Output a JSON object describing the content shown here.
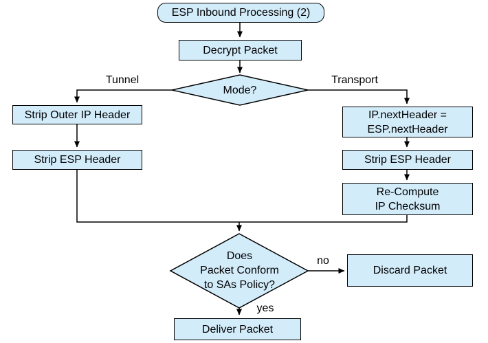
{
  "diagram": {
    "title": "ESP Inbound Processing (2)",
    "colors": {
      "node_fill": "#d3ecfa",
      "node_border": "#000000",
      "connector": "#000000",
      "text": "#000000",
      "background": "#ffffff"
    },
    "nodes": {
      "start": {
        "shape": "rounded-rect",
        "label": "ESP Inbound Processing (2)"
      },
      "decrypt": {
        "shape": "rect",
        "label": "Decrypt Packet"
      },
      "mode_decision": {
        "shape": "diamond",
        "label": "Mode?"
      },
      "strip_outer_ip": {
        "shape": "rect",
        "label": "Strip Outer IP Header"
      },
      "strip_esp_tunnel": {
        "shape": "rect",
        "label": "Strip ESP Header"
      },
      "set_next_header": {
        "shape": "rect",
        "lines": [
          "IP.nextHeader =",
          "ESP.nextHeader"
        ]
      },
      "strip_esp_transport": {
        "shape": "rect",
        "label": "Strip ESP Header"
      },
      "recompute_checksum": {
        "shape": "rect",
        "lines": [
          "Re-Compute",
          "IP Checksum"
        ]
      },
      "policy_decision": {
        "shape": "diamond",
        "lines": [
          "Does",
          "Packet Conform",
          "to SAs Policy?"
        ]
      },
      "discard": {
        "shape": "rect",
        "label": "Discard Packet"
      },
      "deliver": {
        "shape": "rect",
        "label": "Deliver Packet"
      }
    },
    "edge_labels": {
      "tunnel": "Tunnel",
      "transport": "Transport",
      "no": "no",
      "yes": "yes"
    }
  }
}
